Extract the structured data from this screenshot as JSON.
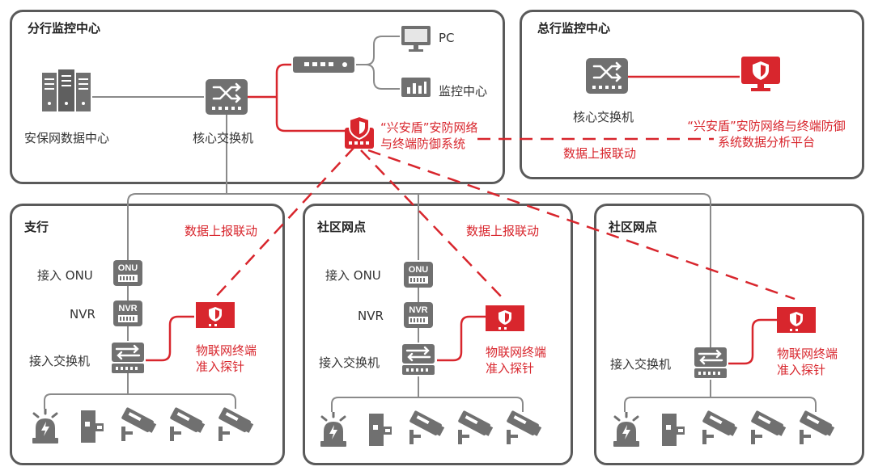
{
  "colors": {
    "red": "#d8262d",
    "frame": "#5a5a5a",
    "device_gray": "#707070",
    "line_gray": "#8a8a8a"
  },
  "branch_center": {
    "title": "分行监控中心",
    "datacenter_label": "安保网数据中心",
    "core_switch_label": "核心交换机",
    "pc_label": "PC",
    "monitor_center_label": "监控中心",
    "defense_system_label": "“兴安盾”安防网络\n与终端防御系统"
  },
  "head_center": {
    "title": "总行监控中心",
    "core_switch_label": "核心交换机",
    "platform_label": "“兴安盾”安防网络与终端防御\n系统数据分析平台"
  },
  "link_label": "数据上报联动",
  "sites": [
    {
      "title": "支行",
      "link_label": "数据上报联动",
      "onu_label": "接入 ONU",
      "nvr_label": "NVR",
      "switch_label": "接入交换机",
      "probe_label": "物联网终端\n准入探针"
    },
    {
      "title": "社区网点",
      "link_label": "数据上报联动",
      "onu_label": "接入 ONU",
      "nvr_label": "NVR",
      "switch_label": "接入交换机",
      "probe_label": "物联网终端\n准入探针"
    },
    {
      "title": "社区网点",
      "switch_label": "接入交换机",
      "probe_label": "物联网终端\n准入探针"
    }
  ],
  "device_tags": {
    "onu": "ONU",
    "nvr": "NVR"
  },
  "icons": {
    "server": "server-rack-icon",
    "switch": "network-switch-icon",
    "router": "router-icon",
    "pc": "desktop-monitor-icon",
    "monitor_center": "bar-chart-monitor-icon",
    "firewall": "shield-firewall-icon",
    "analysis": "shield-monitor-icon",
    "probe": "shield-probe-icon",
    "alarm": "alarm-light-icon",
    "access_control": "access-control-icon",
    "camera": "cctv-camera-icon"
  }
}
